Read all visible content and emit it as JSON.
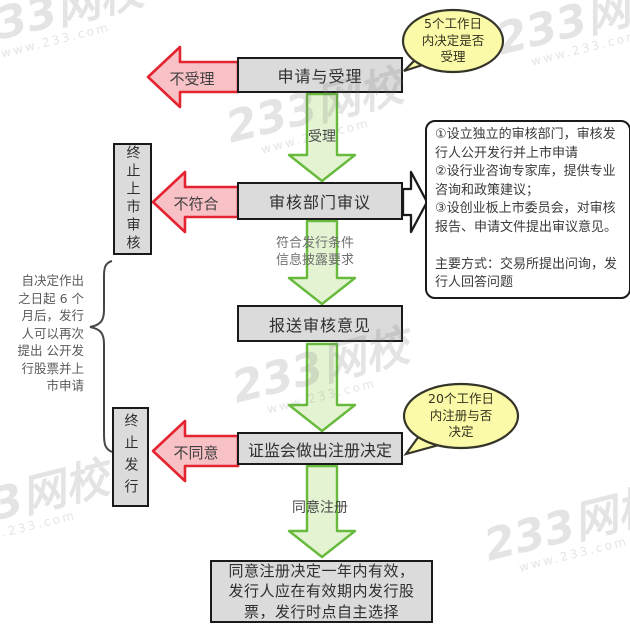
{
  "watermark": {
    "brand": "233网校",
    "url": "www.233.com"
  },
  "flow": {
    "apply_box": "申请与受理",
    "accept_label": "受理",
    "reject_accept_label": "不受理",
    "review_box": "审核部门审议",
    "fail_label": "不符合",
    "terminate_listing_box": "终止上市审核",
    "meet_label": "符合发行条件\n信息披露要求",
    "submit_box": "报送审核意见",
    "csrc_box": "证监会做出注册决定",
    "disagree_label": "不同意",
    "terminate_issue_box": "终止发行",
    "agree_label": "同意注册",
    "final_box": "同意注册决定一年内有效，\n发行人应在有效期内发行股\n票，发行时点自主选择"
  },
  "bubbles": {
    "accept_deadline": "5个工作日\n内决定是否\n受理",
    "register_deadline": "20个工作日\n内注册与否\n决定"
  },
  "notes": {
    "review_detail": "①设立独立的审核部门，审核发行人公开发行并上市申请\n②设行业咨询专家库，提供专业咨询和政策建议；\n③设创业板上市委员会，对审核报告、申请文件提出审议意见。\n\n主要方式：交易所提出问询，发行人回答问题",
    "reapply_note": "自决定作出\n之日起 6 个\n月后，发行\n人可以再次\n提出 公开发\n行股票并上\n市申请"
  },
  "colors": {
    "box_fill": "#dbdbdb",
    "box_border": "#1a1a1a",
    "green_fill": "#e4f4d2",
    "green_stroke": "#68ba3d",
    "red_fill": "#f8c1c6",
    "red_stroke": "#e42531",
    "yellow_fill": "#fafaa8",
    "yellow_stroke": "#35352a"
  }
}
